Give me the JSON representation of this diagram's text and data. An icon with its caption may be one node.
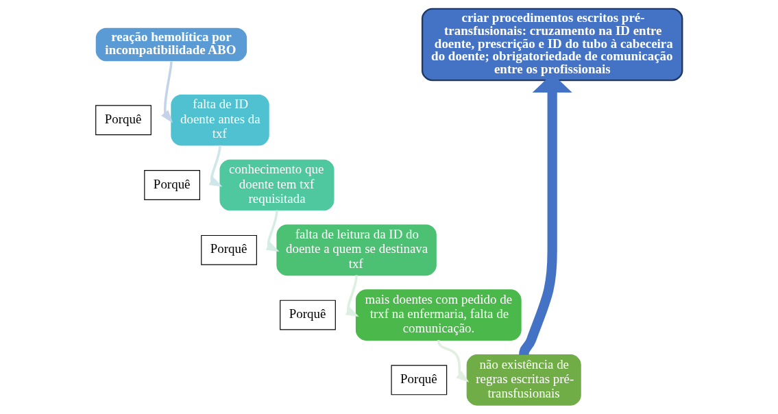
{
  "diagram": {
    "nodes": [
      {
        "text": [
          "reação hemolítica por incompatibilidade ABO"
        ]
      },
      {
        "text": [
          "Porquê"
        ]
      },
      {
        "text": [
          "falta de ID doente antes da txf"
        ]
      },
      {
        "text": [
          "Porquê"
        ]
      },
      {
        "text": [
          "conhecimento que doente tem txf requisitada"
        ]
      },
      {
        "text": [
          "Porquê"
        ]
      },
      {
        "text": [
          "falta de leitura da ID do doente a quem se destinava txf"
        ]
      },
      {
        "text": [
          "Porquê"
        ]
      },
      {
        "text": [
          "mais doentes com pedido de trxf na enfermaria, falta de comunicação."
        ]
      },
      {
        "text": [
          "Porquê"
        ]
      },
      {
        "text": [
          "não existência de regras escritas pré-transfusionais"
        ]
      },
      {
        "text": [
          "criar procedimentos escritos pré-transfusionais: cruzamento na ID entre doente, prescrição e ID do tubo à cabeceira do doente; obrigatoriedade de comunicação entre os profissionais"
        ]
      }
    ],
    "edges": [
      {
        "from": 0,
        "to": 2,
        "arrow": "to"
      },
      {
        "from": 2,
        "to": 4,
        "arrow": "to"
      },
      {
        "from": 4,
        "to": 6,
        "arrow": "to"
      },
      {
        "from": 6,
        "to": 8,
        "arrow": "to"
      },
      {
        "from": 8,
        "to": 10,
        "arrow": "to"
      },
      {
        "from": 10,
        "to": 11,
        "arrow": "to",
        "style": "thick",
        "color": "#4472c4"
      }
    ]
  }
}
